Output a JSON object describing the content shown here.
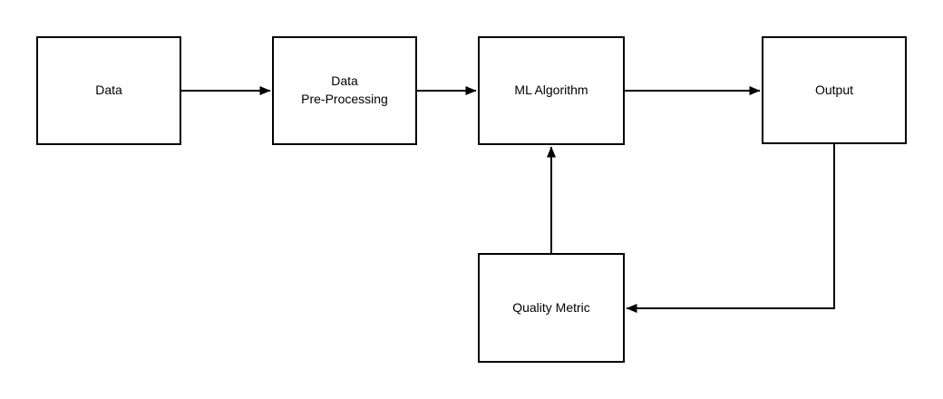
{
  "nodes": {
    "data": {
      "label": "Data"
    },
    "preprocessing": {
      "label": "Data\nPre-Processing"
    },
    "ml_algorithm": {
      "label": "ML Algorithm"
    },
    "output": {
      "label": "Output"
    },
    "quality_metric": {
      "label": "Quality Metric"
    }
  },
  "edges": [
    {
      "from": "data",
      "to": "preprocessing",
      "direction": "right"
    },
    {
      "from": "preprocessing",
      "to": "ml_algorithm",
      "direction": "right"
    },
    {
      "from": "ml_algorithm",
      "to": "output",
      "direction": "right"
    },
    {
      "from": "output",
      "to": "quality_metric",
      "direction": "down-left"
    },
    {
      "from": "quality_metric",
      "to": "ml_algorithm",
      "direction": "up"
    }
  ],
  "colors": {
    "background": "#ffffff",
    "node_fill": "#ffffff",
    "node_border": "#000000",
    "connector": "#000000",
    "text": "#000000"
  }
}
